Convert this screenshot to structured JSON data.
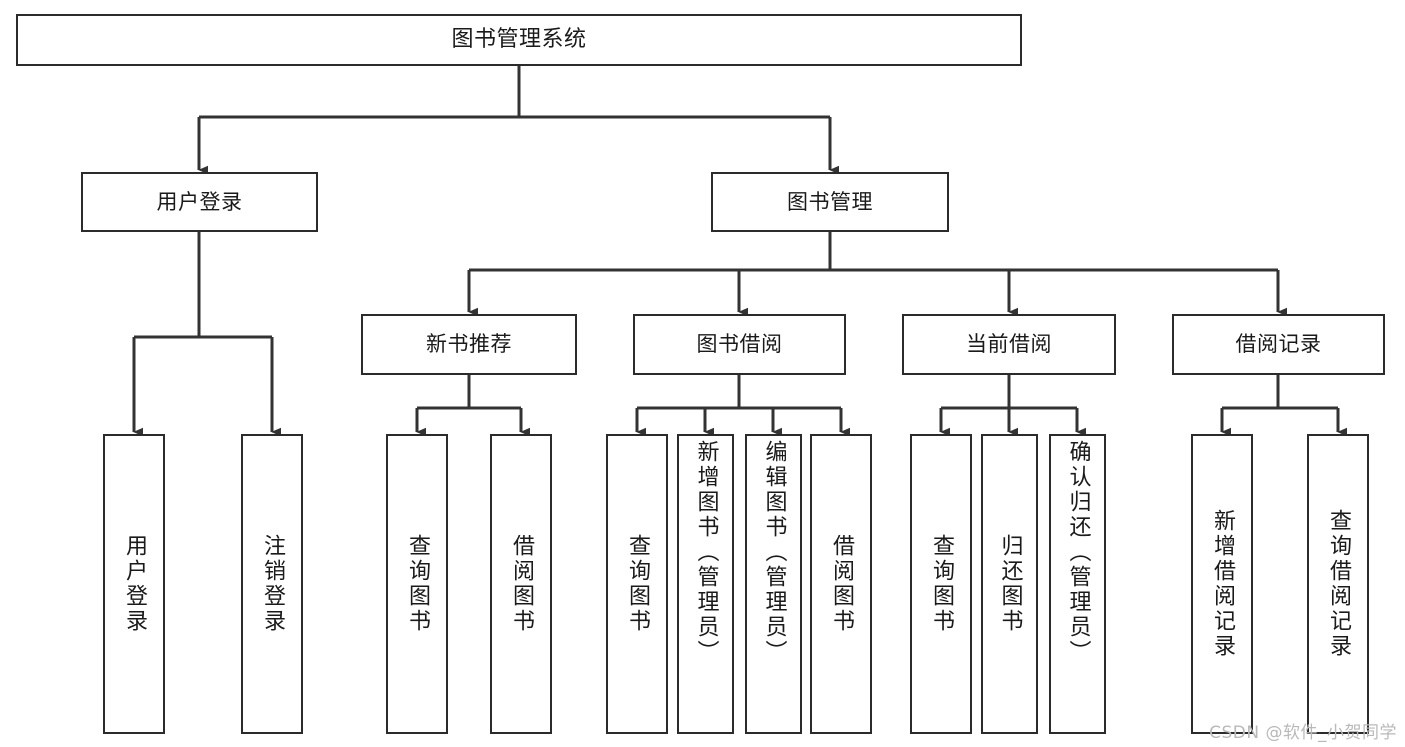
{
  "diagram": {
    "title": "图书管理系统",
    "type": "tree",
    "watermark": "CSDN @软件_小贺同学",
    "colors": {
      "box_border": "#2b2b2b",
      "box_fill": "#ffffff",
      "edge": "#333333",
      "text": "#1a1a1a",
      "watermark": "#b9b9b9",
      "background": "#ffffff"
    },
    "nodes": {
      "root": {
        "label": "图书管理系统"
      },
      "level2": [
        {
          "id": "user-login",
          "label": "用户登录"
        },
        {
          "id": "book-manage",
          "label": "图书管理"
        }
      ],
      "level3": [
        {
          "id": "new-book-recommend",
          "label": "新书推荐"
        },
        {
          "id": "book-borrow",
          "label": "图书借阅"
        },
        {
          "id": "current-borrow",
          "label": "当前借阅"
        },
        {
          "id": "borrow-record",
          "label": "借阅记录"
        }
      ],
      "leaves": [
        {
          "id": "leaf-user-login",
          "label": "用户登录",
          "parent": "user-login"
        },
        {
          "id": "leaf-user-logout",
          "label": "注销登录",
          "parent": "user-login"
        },
        {
          "id": "leaf-query-book-1",
          "label": "查询图书",
          "parent": "new-book-recommend"
        },
        {
          "id": "leaf-borrow-book-1",
          "label": "借阅图书",
          "parent": "new-book-recommend"
        },
        {
          "id": "leaf-query-book-2",
          "label": "查询图书",
          "parent": "book-borrow"
        },
        {
          "id": "leaf-add-book",
          "label": "新增图书（管理员）",
          "parent": "book-borrow"
        },
        {
          "id": "leaf-edit-book",
          "label": "编辑图书（管理员）",
          "parent": "book-borrow"
        },
        {
          "id": "leaf-borrow-book-2",
          "label": "借阅图书",
          "parent": "book-borrow"
        },
        {
          "id": "leaf-query-book-3",
          "label": "查询图书",
          "parent": "current-borrow"
        },
        {
          "id": "leaf-return-book",
          "label": "归还图书",
          "parent": "current-borrow"
        },
        {
          "id": "leaf-confirm-return",
          "label": "确认归还（管理员）",
          "parent": "current-borrow"
        },
        {
          "id": "leaf-add-record",
          "label": "新增借阅记录",
          "parent": "borrow-record"
        },
        {
          "id": "leaf-query-record",
          "label": "查询借阅记录",
          "parent": "borrow-record"
        }
      ]
    }
  }
}
